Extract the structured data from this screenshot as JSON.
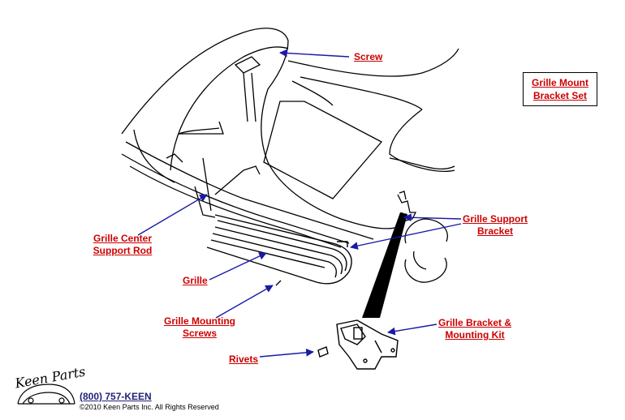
{
  "labels": {
    "screw": "Screw",
    "grille_mount_bracket_set_line1": "Grille Mount",
    "grille_mount_bracket_set_line2": "Bracket Set",
    "grille_support_bracket_line1": "Grille Support",
    "grille_support_bracket_line2": "Bracket",
    "grille_center_support_rod_line1": "Grille Center",
    "grille_center_support_rod_line2": "Support Rod",
    "grille": "Grille",
    "grille_mounting_screws_line1": "Grille Mounting",
    "grille_mounting_screws_line2": "Screws",
    "grille_bracket_mounting_kit_line1": "Grille Bracket &",
    "grille_bracket_mounting_kit_line2": "Mounting Kit",
    "rivets": "Rivets"
  },
  "footer": {
    "logo_text": "Keen Parts",
    "phone": "(800) 757-KEEN",
    "copyright": "©2010 Keen Parts Inc. All Rights Reserved"
  },
  "colors": {
    "label": "#cc0000",
    "arrow": "#1a1aa6",
    "line": "#000000",
    "phone": "#1f1f7a"
  }
}
